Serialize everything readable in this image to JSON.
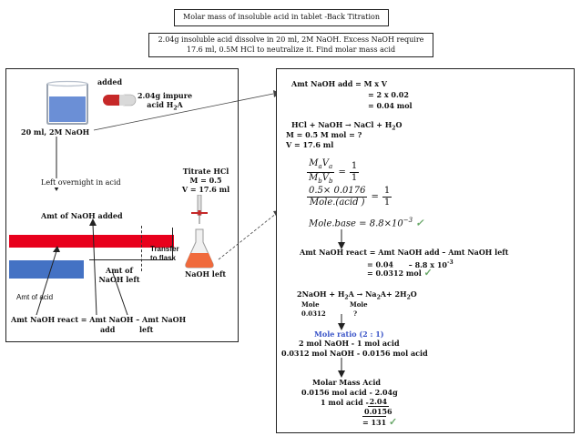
{
  "title": "Molar mass of  insoluble acid in tablet -Back Titration",
  "problem": {
    "line1": "2.04g insoluble acid dissolve in 20 ml, 2M NaOH. Excess NaOH require",
    "line2": "17.6 ml, 0.5M HCl to neutralize it. Find molar mass acid"
  },
  "left": {
    "added": "added",
    "impure_line1": "2.04g impure",
    "impure_line2": "acid H",
    "impure_sub": "2",
    "impure_end": "A",
    "naoh_label": "20 ml, 2M NaOH",
    "overnight": "Left  overnight in acid",
    "titrate_line1": "Titrate HCl",
    "titrate_line2": "M = 0.5",
    "titrate_line3": "V = 17.6 ml",
    "amt_added": "Amt of NaOH added",
    "transfer_line1": "Transfer",
    "transfer_line2": "to flask",
    "amt_left_line1": "Amt of",
    "amt_left_line2": "NaOH left",
    "naoh_left": "NaOH left",
    "amt_acid": "Amt of acid",
    "react_line1": "Amt NaOH react = Amt NaOH – Amt NaOH",
    "react_line2_a": "add",
    "react_line2_b": "left"
  },
  "right": {
    "add_line1": "Amt NaOH add = M x V",
    "add_line2": "= 2  x 0.02",
    "add_line3": "= 0.04 mol",
    "hcl_eq": "HCl    +      NaOH    →   NaCl  +  H",
    "hcl_eq_sub": "2",
    "hcl_eq_end": "O",
    "m_line": "M = 0.5 M         mol = ?",
    "v_line": "V = 17.6 ml",
    "frac1_num": "M",
    "frac1_num_sub1": "a",
    "frac1_num_mid": "V",
    "frac1_num_sub2": "a",
    "frac1_den": "M",
    "frac1_den_sub1": "b",
    "frac1_den_mid": "V",
    "frac1_den_sub2": "b",
    "frac1_eq": "=",
    "frac1_rnum": "1",
    "frac1_rden": "1",
    "frac2_num": "0.5× 0.0176",
    "frac2_den": "Mole.(acid )",
    "frac2_eq": "=",
    "frac2_rnum": "1",
    "frac2_rden": "1",
    "base_line": "Mole.base = 8.8×10",
    "base_exp": "−3",
    "react_line1": "Amt NaOH react = Amt NaOH add – Amt NaOH left",
    "react_line2_a": "=        0.04",
    "react_line2_b": "–    8.8 x 10",
    "react_line2_exp": "-3",
    "react_line3": "= 0.0312 mol",
    "eq2_a": "2NaOH    +    H",
    "eq2_sub1": "2",
    "eq2_b": "A    →    Na",
    "eq2_sub2": "2",
    "eq2_c": "A+  2H",
    "eq2_sub3": "2",
    "eq2_d": "O",
    "mole1": "Mole",
    "mole2": "Mole",
    "mole_val": "0.0312",
    "mole_q": "?",
    "ratio": "Mole ratio (2 : 1)",
    "ratio_line1": "2 mol NaOH  -  1 mol acid",
    "ratio_line2": "0.0312 mol NaOH  -  0.0156 mol acid",
    "mm_title": "Molar Mass Acid",
    "mm_line1": "0.0156 mol acid  -  2.04g",
    "mm_line2_a": "1 mol acid  -",
    "mm_line2_num": "2.04",
    "mm_line2_den": "0.0156",
    "mm_result": "= 131",
    "check": "✓"
  },
  "colors": {
    "red_bar": "#e8001c",
    "blue_bar": "#4472c4",
    "liquid": "#6b8fd6",
    "flask_liquid": "#f06a3c",
    "check": "#6aa86a",
    "ratio_text": "#3b55c8"
  }
}
